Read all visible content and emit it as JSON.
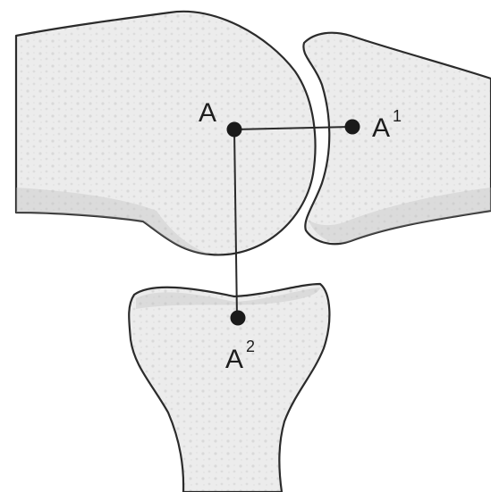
{
  "points": {
    "a": {
      "label": "A",
      "superscript": ""
    },
    "a1": {
      "label": "A",
      "superscript": "1"
    },
    "a2": {
      "label": "A",
      "superscript": "2"
    }
  },
  "colors": {
    "bone_fill": "#ececec",
    "bone_outline": "#2b2b2b",
    "line": "#2a2a2a",
    "point": "#1a1a1a"
  }
}
